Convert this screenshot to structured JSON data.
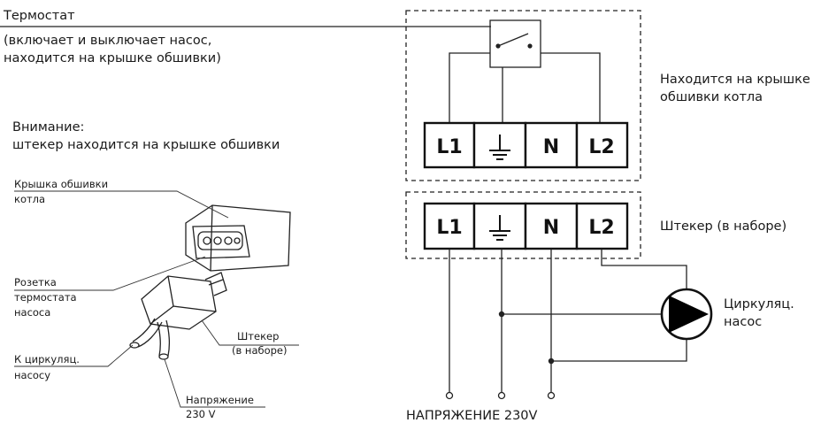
{
  "labels": {
    "thermostat_title": "Термостат",
    "thermostat_desc_1": "(включает и выключает насос,",
    "thermostat_desc_2": "находится на крышке обшивки)",
    "attention_title": "Внимание:",
    "attention_text": "штекер находится на крышке обшивки",
    "cover_1": "Крышка обшивки",
    "cover_2": "котла",
    "socket_1": "Розетка",
    "socket_2": "термостата",
    "socket_3": "насоса",
    "to_pump_1": "К циркуляц.",
    "to_pump_2": "насосу",
    "plug_1": "Штекер",
    "plug_2": "(в наборе)",
    "voltage_1": "Напряжение",
    "voltage_2": "230 V",
    "on_cover_1": "Находится на крышке",
    "on_cover_2": "обшивки котла",
    "plug_set": "Штекер (в наборе)",
    "pump_1": "Циркуляц.",
    "pump_2": "насос",
    "supply": "НАПРЯЖЕНИЕ 230V"
  },
  "terminals_top": [
    "L1",
    "earth",
    "N",
    "L2"
  ],
  "terminals_bottom": [
    "L1",
    "earth",
    "N",
    "L2"
  ]
}
